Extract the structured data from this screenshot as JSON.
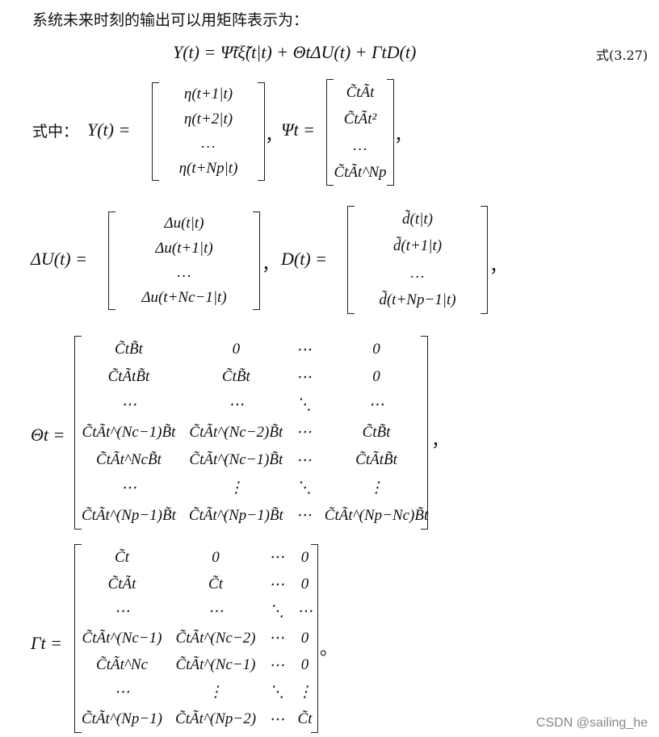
{
  "intro_text": "系统未来时刻的输出可以用矩阵表示为：",
  "main_equation": "Y(t) = Ψ̃tξ̃(t|t) + ΘtΔU(t) + ΓtD(t)",
  "equation_label": "式(3.27)",
  "where_prefix": "式中：",
  "Y": {
    "lhs": "Y(t) =",
    "rows": [
      "η(t+1|t)",
      "η(t+2|t)",
      "…",
      "η(t+Np|t)"
    ]
  },
  "Psi": {
    "lhs": "Ψt =",
    "rows": [
      "C̃tÃt",
      "C̃tÃt²",
      "…",
      "C̃tÃt^Np"
    ]
  },
  "DeltaU": {
    "lhs": "ΔU(t) =",
    "rows": [
      "Δu(t|t)",
      "Δu(t+1|t)",
      "…",
      "Δu(t+Nc−1|t)"
    ]
  },
  "D": {
    "lhs": "D(t) =",
    "rows": [
      "d̃(t|t)",
      "d̃(t+1|t)",
      "…",
      "d̃(t+Np−1|t)"
    ]
  },
  "Theta": {
    "lhs": "Θt =",
    "rows": [
      [
        "C̃tB̃t",
        "0",
        "⋯",
        "0"
      ],
      [
        "C̃tÃtB̃t",
        "C̃tB̃t",
        "⋯",
        "0"
      ],
      [
        "⋯",
        "⋯",
        "⋱",
        "⋯"
      ],
      [
        "C̃tÃt^(Nc−1)B̃t",
        "C̃tÃt^(Nc−2)B̃t",
        "⋯",
        "C̃tB̃t"
      ],
      [
        "C̃tÃt^NcB̃t",
        "C̃tÃt^(Nc−1)B̃t",
        "⋯",
        "C̃tÃtB̃t"
      ],
      [
        "⋯",
        "⋮",
        "⋱",
        "⋮"
      ],
      [
        "C̃tÃt^(Np−1)B̃t",
        "C̃tÃt^(Np−1)B̃t",
        "⋯",
        "C̃tÃt^(Np−Nc)B̃t"
      ]
    ]
  },
  "Gamma": {
    "lhs": "Γt =",
    "rows": [
      [
        "C̃t",
        "0",
        "⋯",
        "0"
      ],
      [
        "C̃tÃt",
        "C̃t",
        "⋯",
        "0"
      ],
      [
        "⋯",
        "⋯",
        "⋱",
        "⋯"
      ],
      [
        "C̃tÃt^(Nc−1)",
        "C̃tÃt^(Nc−2)",
        "⋯",
        "0"
      ],
      [
        "C̃tÃt^Nc",
        "C̃tÃt^(Nc−1)",
        "⋯",
        "0"
      ],
      [
        "⋯",
        "⋮",
        "⋱",
        "⋮"
      ],
      [
        "C̃tÃt^(Np−1)",
        "C̃tÃt^(Np−2)",
        "⋯",
        "C̃t"
      ]
    ]
  },
  "comma": "，",
  "period": "。",
  "watermark": "CSDN @sailing_he"
}
